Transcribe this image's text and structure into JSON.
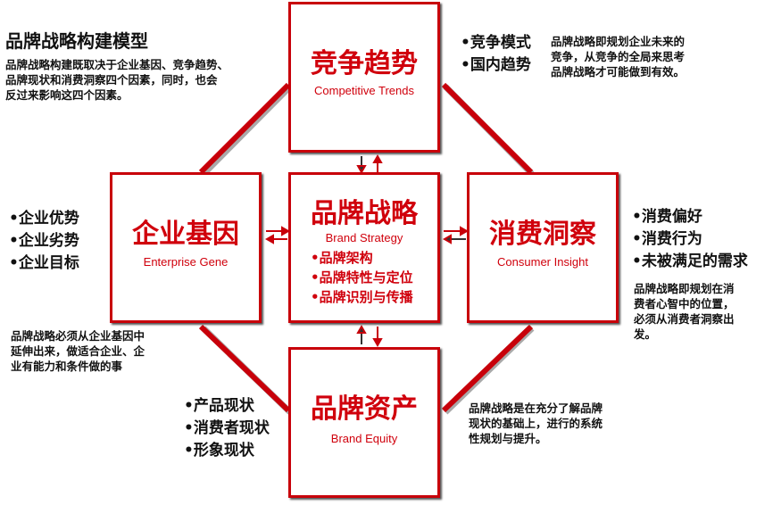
{
  "title": "品牌战略构建模型",
  "intro": [
    "品牌战略构建既取决于企业基因、竞争趋势、",
    "品牌现状和消费洞察四个因素，同时，也会",
    "反过来影响这四个因素。"
  ],
  "boxes": {
    "top": {
      "zh": "竞争趋势",
      "en": "Competitive Trends"
    },
    "left": {
      "zh": "企业基因",
      "en": "Enterprise Gene"
    },
    "center": {
      "zh": "品牌战略",
      "en": "Brand Strategy",
      "items": [
        "•品牌架构",
        "•品牌特性与定位",
        "•品牌识别与传播"
      ]
    },
    "right": {
      "zh": "消费洞察",
      "en": "Consumer Insight"
    },
    "bottom": {
      "zh": "品牌资产",
      "en": "Brand Equity"
    }
  },
  "top_bullets": [
    "•竞争模式",
    "•国内趋势"
  ],
  "top_note": [
    "品牌战略即规划企业未来的",
    "竞争，从竞争的全局来思考",
    "品牌战略才可能做到有效。"
  ],
  "left_bullets": [
    "•企业优势",
    "•企业劣势",
    "•企业目标"
  ],
  "left_note": [
    "品牌战略必须从企业基因中",
    "延伸出来，做适合企业、企",
    "业有能力和条件做的事"
  ],
  "right_bullets": [
    "•消费偏好",
    "•消费行为",
    "•未被满足的需求"
  ],
  "right_note": [
    "品牌战略即规划在消",
    "费者心智中的位置，",
    "必须从消费者洞察出",
    "发。"
  ],
  "bottom_bullets": [
    "•产品现状",
    "•消费者现状",
    "•形象现状"
  ],
  "bottom_note": [
    "品牌战略是在充分了解品牌",
    "现状的基础上，进行的系统",
    "性规划与提升。"
  ],
  "colors": {
    "accent": "#c8000a"
  }
}
